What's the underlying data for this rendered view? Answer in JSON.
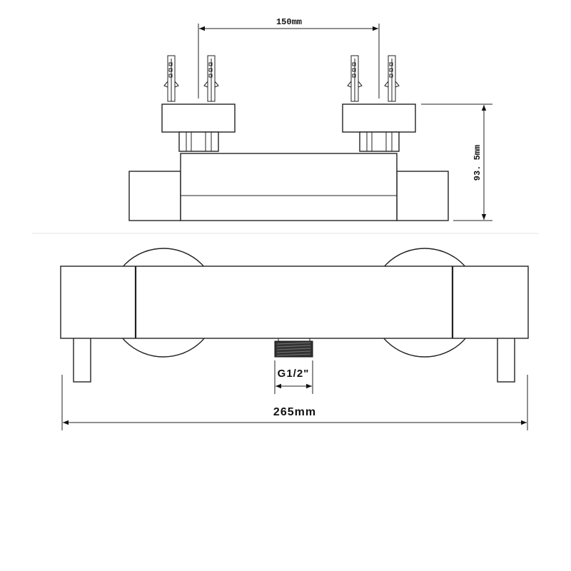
{
  "dimensions": {
    "inlet_spacing": "150mm",
    "depth": "93. 5mm",
    "outlet_thread": "G1/2\"",
    "overall_width": "265mm"
  },
  "colors": {
    "line": "#222222",
    "background": "#ffffff",
    "separator": "#e6e6e6"
  }
}
